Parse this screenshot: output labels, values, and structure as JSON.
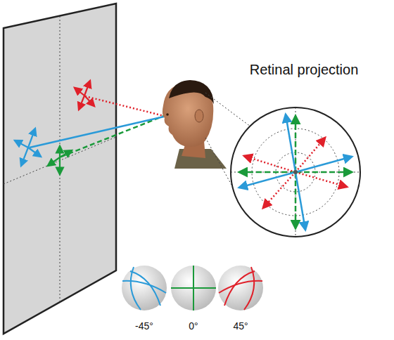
{
  "diagram": {
    "labels": [
      "Retinal projection",
      "-45°",
      "0°",
      "45°"
    ]
  }
}
